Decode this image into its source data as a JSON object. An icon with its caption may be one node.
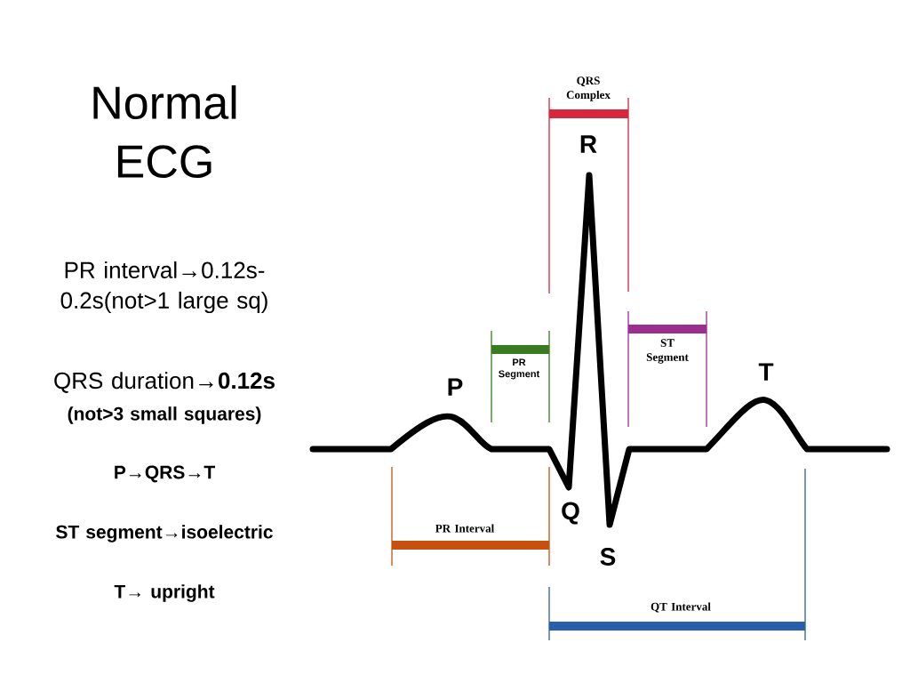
{
  "diagram": {
    "title": "Normal ECG",
    "labels": [
      "PR interval→0.12s-0.2s(not>1 large sq)",
      "QRS duration→**0.12s**",
      "(not>3 small squares)",
      "P→QRS→T",
      "ST segment→isoelectric",
      "T→ upright",
      "QRS Complex",
      "R",
      "PR Segment",
      "ST Segment",
      "P",
      "T",
      "Q",
      "PR Interval",
      "S",
      "QT Interval"
    ]
  }
}
